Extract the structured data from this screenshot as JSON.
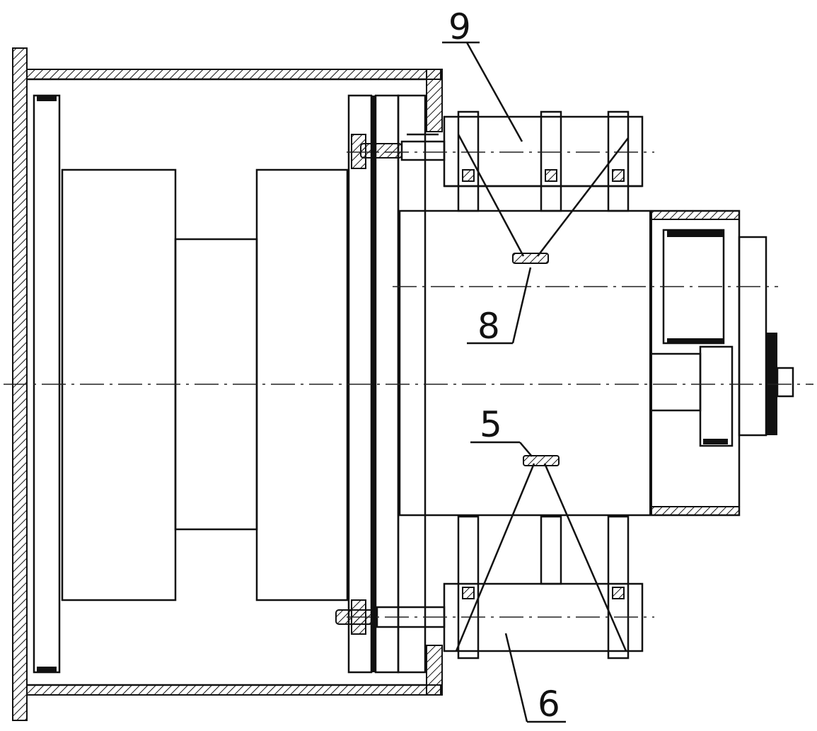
{
  "diagram": {
    "labels": {
      "label_9": "9",
      "label_8": "8",
      "label_5": "5",
      "label_6": "6"
    },
    "colors": {
      "line": "#111111",
      "background": "#ffffff"
    }
  }
}
